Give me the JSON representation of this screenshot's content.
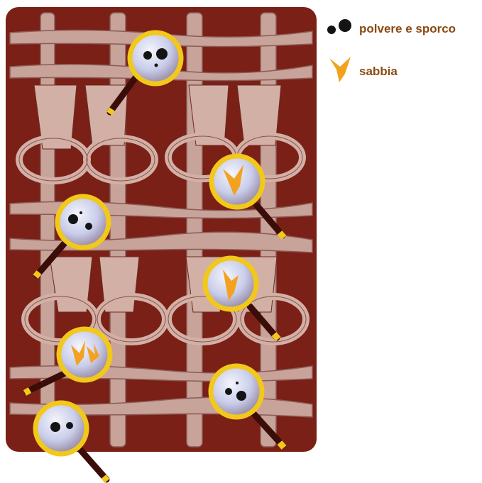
{
  "legend": {
    "dust_label": "polvere e sporco",
    "sand_label": "sabbia",
    "dust_icon": "dust-particles-icon",
    "sand_icon": "sand-grain-icon"
  },
  "colors": {
    "rug_background": "#7a2016",
    "fiber": "#c7a39a",
    "fiber_shadow": "#8c5a55",
    "lens_rim": "#f2c81a",
    "lens_glass": "#c9cdea",
    "handle": "#3a0d08",
    "dust": "#141414",
    "sand": "#f3a21f",
    "legend_text": "#8a4a12"
  },
  "magnifiers": [
    {
      "content": "dust"
    },
    {
      "content": "sand"
    },
    {
      "content": "dust"
    },
    {
      "content": "sand"
    },
    {
      "content": "sand"
    },
    {
      "content": "dust"
    },
    {
      "content": "dust"
    }
  ]
}
